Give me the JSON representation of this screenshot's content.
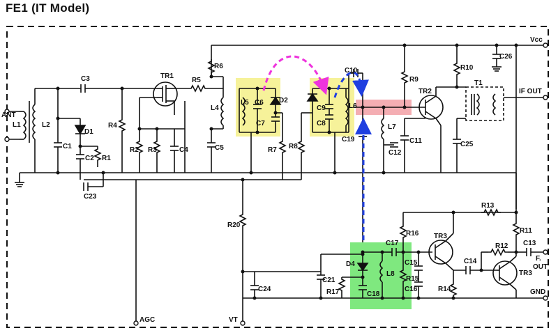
{
  "title": "FE1 (IT Model)",
  "colors": {
    "tuned_circuit_highlight": "#f6f29a",
    "oscillator_highlight": "#7fe87f",
    "mixer_input_highlight": "#f2a0a6",
    "magenta_arrow": "#ee33dd",
    "blue_arrow": "#1f3fe0"
  },
  "terminals": {
    "ant": "ANT",
    "vcc": "Vcc",
    "if_out": "IF OUT",
    "agc": "AGC",
    "vt": "VT",
    "f_out_1": "F.",
    "f_out_2": "OUT",
    "gnd": "GND"
  },
  "transistors": {
    "tr1": "TR1",
    "tr2": "TR2",
    "tr3a": "TR3",
    "tr3b": "TR3",
    "t1": "T1"
  },
  "components": {
    "l1": "L1",
    "l2": "L2",
    "l4": "L4",
    "l5": "L5",
    "l6": "L6",
    "l7": "L7",
    "l8": "L8",
    "c1": "C1",
    "c2": "C2",
    "c3": "C3",
    "c4": "C4",
    "c5": "C5",
    "c6": "C6",
    "c7": "C7",
    "c8": "C8",
    "c9": "C9",
    "c10": "C10",
    "c11": "C11",
    "c12": "C12",
    "c13": "C13",
    "c14": "C14",
    "c15": "C15",
    "c16": "C16",
    "c17": "C17",
    "c18": "C18",
    "c19": "C19",
    "c21": "C21",
    "c23": "C23",
    "c24": "C24",
    "c25": "C25",
    "c26": "C26",
    "r1": "R1",
    "r2": "R2",
    "r3": "R3",
    "r4": "R4",
    "r5": "R5",
    "r6": "R6",
    "r7": "R7",
    "r8": "R8",
    "r9": "R9",
    "r10": "R10",
    "r11": "R11",
    "r12": "R12",
    "r13": "R13",
    "r14": "R14",
    "r15": "R15",
    "r16": "R16",
    "r17": "R17",
    "r20": "R20",
    "d1": "D1",
    "d2": "D2",
    "d4": "D4"
  }
}
